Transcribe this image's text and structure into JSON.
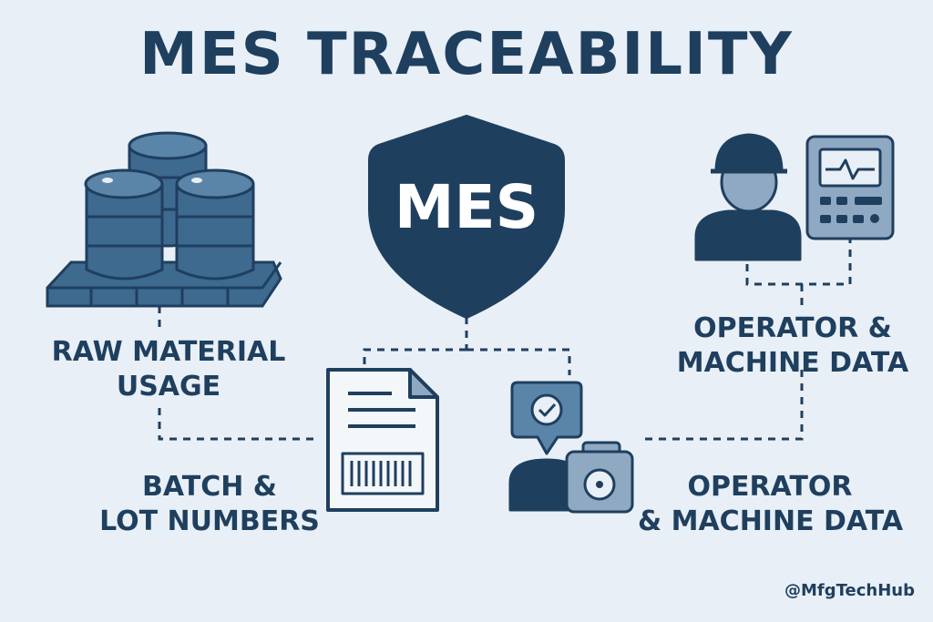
{
  "title": "MES TRACEABILITY",
  "hub": {
    "label": "MES"
  },
  "nodes": {
    "raw_material": {
      "line1": "RAW MATERIAL",
      "line2": "USAGE",
      "icon": "barrels-on-pallet-icon"
    },
    "batch_lot": {
      "line1": "BATCH &",
      "line2": "LOT NUMBERS",
      "icon": "barcode-document-icon"
    },
    "operator_machine_top": {
      "line1": "OPERATOR &",
      "line2": "MACHINE DATA",
      "icon": "operator-and-control-panel-icon"
    },
    "operator_machine_bottom": {
      "line1": "OPERATOR",
      "line2": "& MACHINE DATA",
      "icon": "operator-check-and-machine-icon"
    }
  },
  "handle": "@MfgTechHub",
  "colors": {
    "background": "#e8eff6",
    "dark_navy": "#1f3f5f",
    "steel_blue": "#3e6a90",
    "light_steel": "#8fa9c2",
    "paper": "#f4f7fa"
  }
}
